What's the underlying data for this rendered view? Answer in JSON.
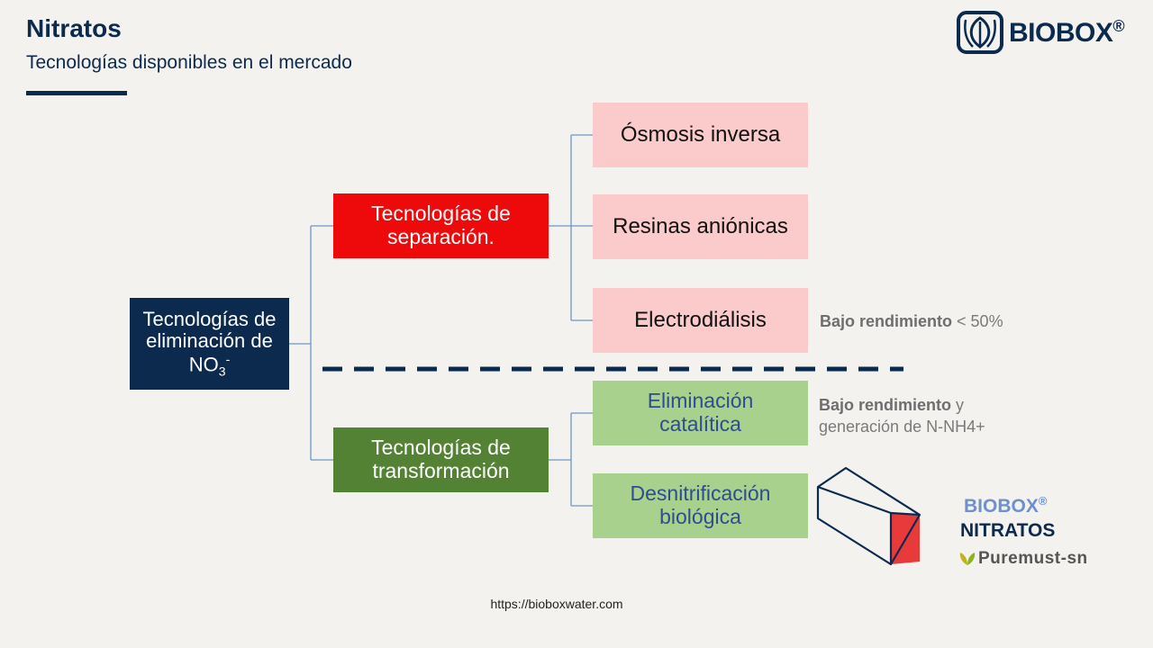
{
  "header": {
    "title": "Nitratos",
    "subtitle": "Tecnologías disponibles en el mercado"
  },
  "logo": {
    "text": "BIOBOX",
    "reg": "®",
    "icon": "leaf-shield-icon"
  },
  "diagram": {
    "root": {
      "line1": "Tecnologías de",
      "line2": "eliminación de",
      "formula": "NO",
      "sub": "3",
      "sup": "-"
    },
    "separation": {
      "line1": "Tecnologías de",
      "line2": "separación."
    },
    "transformation": {
      "line1": "Tecnologías de",
      "line2": "transformación"
    },
    "separation_items": [
      {
        "label": "Ósmosis inversa"
      },
      {
        "label": "Resinas aniónicas"
      },
      {
        "label": "Electrodiálisis"
      }
    ],
    "transformation_items": [
      {
        "line1": "Eliminación",
        "line2": "catalítica"
      },
      {
        "line1": "Desnitrificación",
        "line2": "biológica"
      }
    ],
    "notes": {
      "electrodialysis": {
        "bold": "Bajo rendimiento",
        "rest": "< 50%"
      },
      "catalytic": {
        "bold": "Bajo rendimiento",
        "rest": "y",
        "line2": "generación de N-NH4+"
      }
    },
    "colors": {
      "navy": "#0b2a4e",
      "red": "#ee0a0a",
      "green": "#548235",
      "pink_box": "#fbcaca",
      "light_green_box": "#a9d18e",
      "connector": "#6f95c9"
    }
  },
  "product": {
    "brand": "BIOBOX",
    "reg": "®",
    "name": "NITRATOS",
    "sub_brand": "Puremust-sn",
    "icon": "cube-icon"
  },
  "footer": {
    "url": "https://bioboxwater.com"
  }
}
